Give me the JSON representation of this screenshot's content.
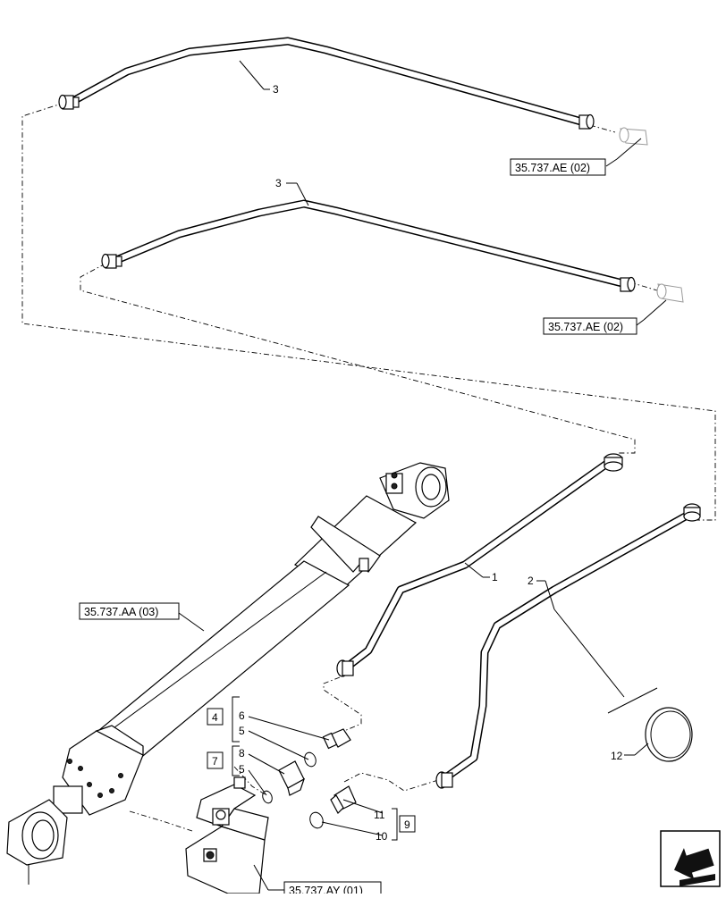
{
  "callouts": {
    "item_1": "1",
    "item_2": "2",
    "item_3_upper": "3",
    "item_3_lower": "3",
    "item_4": "4",
    "item_5_a": "5",
    "item_5_b": "5",
    "item_6": "6",
    "item_7": "7",
    "item_8": "8",
    "item_9": "9",
    "item_10": "10",
    "item_11": "11",
    "item_12": "12"
  },
  "references": {
    "ref_ae_upper": "35.737.AE (02)",
    "ref_ae_lower": "35.737.AE (02)",
    "ref_aa": "35.737.AA (03)",
    "ref_ay": "35.737.AY (01)"
  },
  "nav": {
    "icon": "arrow-back-icon"
  }
}
